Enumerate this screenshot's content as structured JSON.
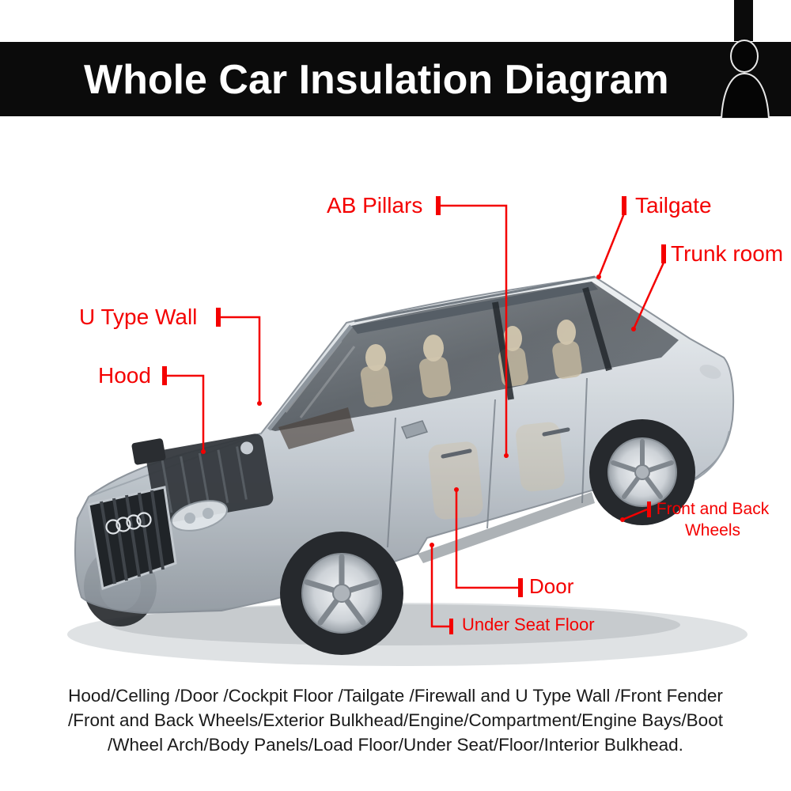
{
  "header": {
    "title": "Whole Car Insulation Diagram"
  },
  "callouts": {
    "ab_pillars": "AB Pillars",
    "tailgate": "Tailgate",
    "trunk_room": "Trunk room",
    "u_type_wall": "U Type Wall",
    "hood": "Hood",
    "front_back_wheels": "Front and Back Wheels",
    "door": "Door",
    "under_seat_floor": "Under Seat Floor"
  },
  "footer": {
    "line1": "Hood/Celling /Door /Cockpit Floor /Tailgate /Firewall and U Type Wall /Front Fender",
    "line2": "/Front and Back Wheels/Exterior Bulkhead/Engine/Compartment/Engine Bays/Boot",
    "line3": "/Wheel Arch/Body Panels/Load Floor/Under Seat/Floor/Interior Bulkhead."
  },
  "colors": {
    "callout_red": "#f40000",
    "banner_black": "#0b0b0b",
    "footer_text": "#1a1a1a"
  }
}
